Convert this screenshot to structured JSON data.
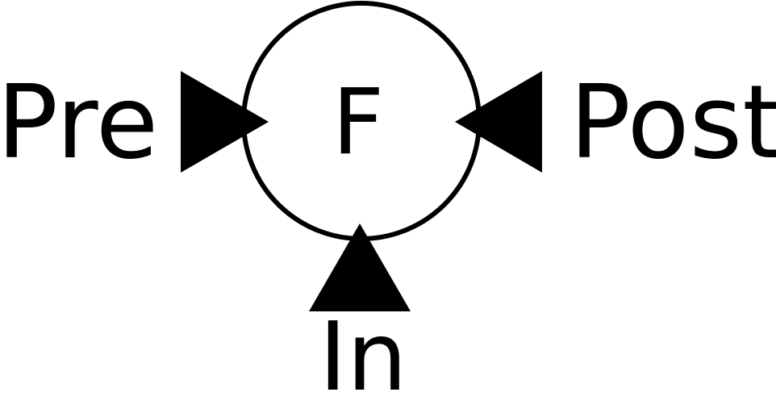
{
  "diagram": {
    "center_label": "F",
    "left_label": "Pre",
    "right_label": "Post",
    "bottom_label": "In",
    "stroke_color": "#000000",
    "fill_color": "#000000",
    "background": "#ffffff"
  }
}
